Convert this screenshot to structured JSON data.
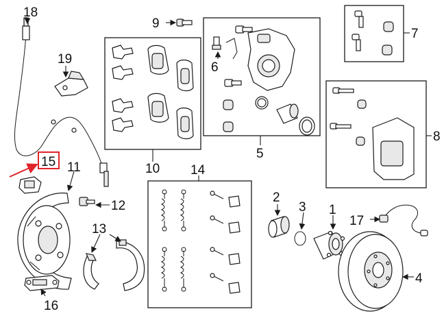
{
  "callouts": {
    "c1": "1",
    "c2": "2",
    "c3": "3",
    "c4": "4",
    "c5": "5",
    "c6": "6",
    "c7": "7",
    "c8": "8",
    "c9": "9",
    "c10": "10",
    "c11": "11",
    "c12": "12",
    "c13": "13",
    "c14": "14",
    "c15": "15",
    "c16": "16",
    "c17": "17",
    "c18": "18",
    "c19": "19"
  },
  "colors": {
    "highlight": "#e0242a",
    "ink": "#1a1a1a"
  }
}
